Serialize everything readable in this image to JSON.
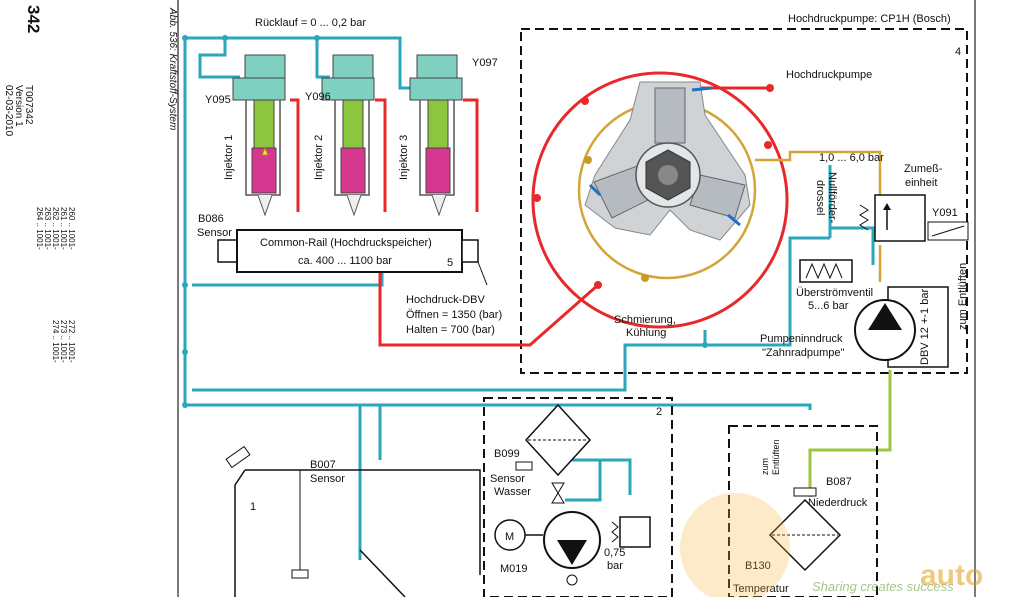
{
  "sidebar": {
    "page_number": "342",
    "doc_id": "T007342",
    "version": "Version 1",
    "date": "02-03-2010",
    "codes_col1": [
      "260 .. 1001-",
      "261 .. 1001-",
      "262 .. 1001-",
      "263 .. 1001-",
      "264 .. 1001-"
    ],
    "codes_col2": [
      "272 .. 1001-",
      "273 .. 1001-",
      "274 .. 1001-"
    ],
    "caption": "Abb. 536: Kraftstoff-System"
  },
  "diagram": {
    "return_line": "Rücklauf = 0 ... 0,2 bar",
    "pump_title": "Hochdruckpumpe: CP1H (Bosch)",
    "box4_number": "4",
    "hp_pump_label": "Hochdruckpumpe",
    "injector_codes": [
      "Y095",
      "Y096",
      "Y097"
    ],
    "injector_names": [
      "Injektor 1",
      "Injektor 2",
      "Injektor 3"
    ],
    "rail_sensor": [
      "B086",
      "Sensor"
    ],
    "rail_label": "Common-Rail (Hochdruckspeicher)",
    "rail_pressure": "ca. 400 ... 1100 bar",
    "rail_number": "5",
    "dbv": [
      "Hochdruck-DBV",
      "Öffnen = 1350 (bar)",
      "Halten = 700 (bar)"
    ],
    "lubrication": [
      "Schmierung,",
      "Kühlung"
    ],
    "meter_pressure": "1,0 ... 6,0 bar",
    "nullfoerder": [
      "Nullförder-",
      "drossel"
    ],
    "metering_unit": [
      "Zumeß-",
      "einheit"
    ],
    "metering_code": "Y091",
    "overflow": [
      "Überströmventil",
      "5...6 bar"
    ],
    "gear_pump": [
      "Pumpeninndruck",
      "\"Zahnradpumpe\""
    ],
    "dbv_gear": "DBV 12 +-1 bar",
    "vent_right": "zum Entlüften",
    "tank_sensor": [
      "B007",
      "Sensor"
    ],
    "tank_number": "1",
    "box2_number": "2",
    "water_sensor": [
      "B099",
      "Sensor",
      "Wasser"
    ],
    "motor_symbol": "M",
    "motor_code": "M019",
    "valve_pressure": [
      "0,75",
      "bar"
    ],
    "vent_lower": [
      "zum",
      "Entlüften"
    ],
    "lowpressure_sensor": [
      "B087",
      "Niederdruck"
    ],
    "temp_sensor": [
      "B130",
      "Temperatur"
    ]
  },
  "watermark": {
    "brand": "auto",
    "slogan": "Sharing creates success"
  },
  "colors": {
    "red_line": "#e8282a",
    "cyan_line": "#2aa7bb",
    "yellow_line": "#d4a437",
    "green_line": "#9cc63f",
    "injector_body": "#7fd0c0",
    "injector_green": "#8cc63f",
    "injector_magenta": "#d6388f"
  }
}
